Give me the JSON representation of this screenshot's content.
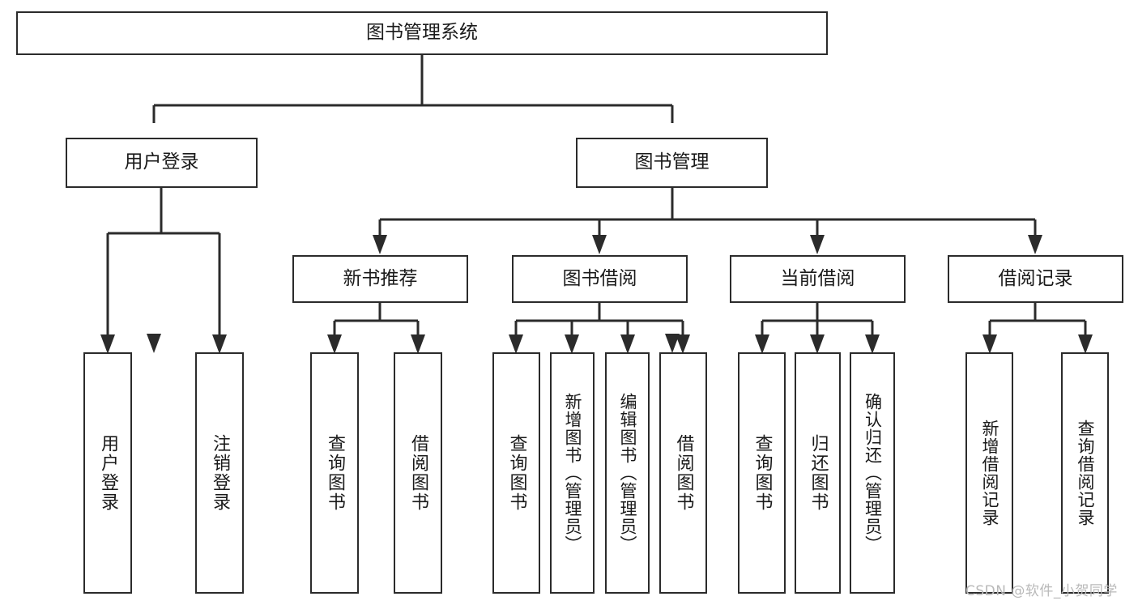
{
  "diagram": {
    "title": "图书管理系统",
    "type": "tree-hierarchy",
    "stroke_color": "#2b2b2b",
    "background_color": "#ffffff",
    "text_color": "#1a1a1a"
  },
  "nodes": {
    "root": {
      "label": "图书管理系统"
    },
    "level2": [
      {
        "label": "用户登录"
      },
      {
        "label": "图书管理"
      }
    ],
    "level3": [
      {
        "label": "新书推荐"
      },
      {
        "label": "图书借阅"
      },
      {
        "label": "当前借阅"
      },
      {
        "label": "借阅记录"
      }
    ],
    "leaves": {
      "user_login": [
        {
          "label": "用户登录"
        },
        {
          "label": "注销登录"
        }
      ],
      "new_book": [
        {
          "label": "查询图书"
        },
        {
          "label": "借阅图书"
        }
      ],
      "book_borrow": [
        {
          "label": "查询图书"
        },
        {
          "label": "新增图书（管理员）"
        },
        {
          "label": "编辑图书（管理员）"
        },
        {
          "label": "借阅图书"
        }
      ],
      "current_borrow": [
        {
          "label": "查询图书"
        },
        {
          "label": "归还图书"
        },
        {
          "label": "确认归还（管理员）"
        }
      ],
      "borrow_record": [
        {
          "label": "新增借阅记录"
        },
        {
          "label": "查询借阅记录"
        }
      ]
    }
  },
  "watermark": {
    "text": "CSDN @软件_小贺同学"
  }
}
